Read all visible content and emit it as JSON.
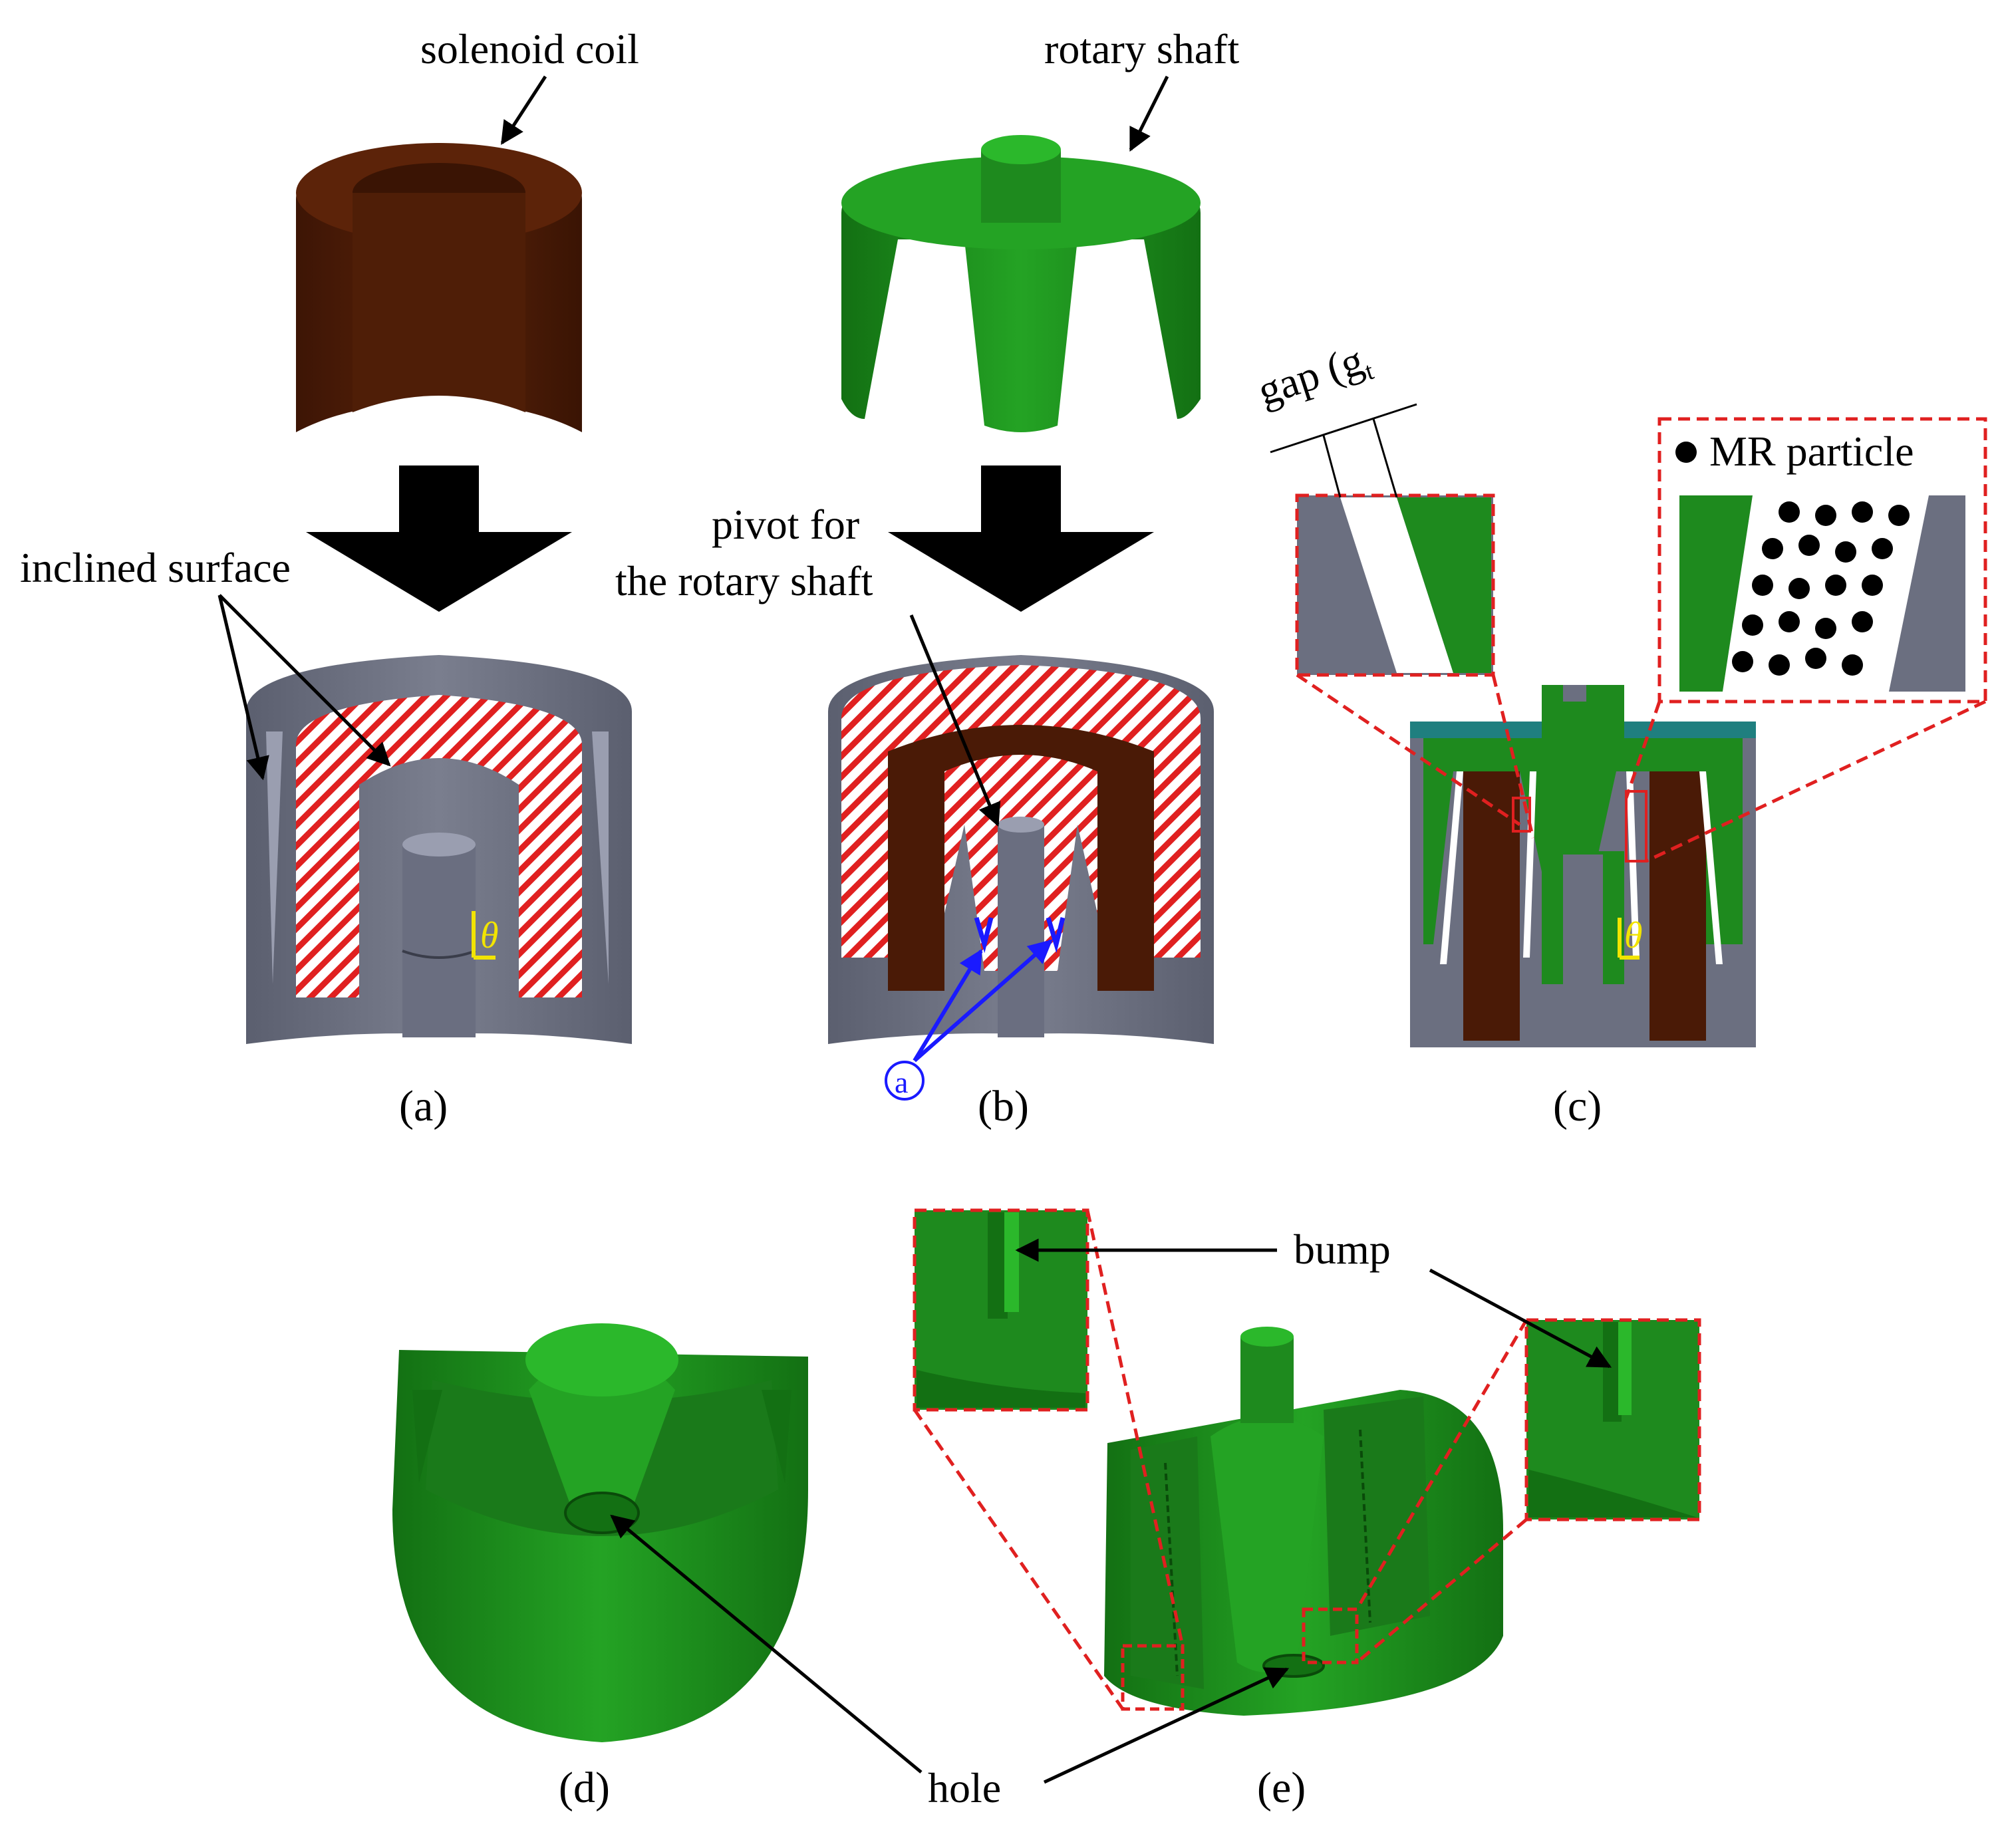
{
  "labels": {
    "solenoid_coil": "solenoid coil",
    "rotary_shaft": "rotary shaft",
    "inclined_surface": "inclined surface",
    "pivot_line1": "pivot for",
    "pivot_line2": "the rotary shaft",
    "gap_prefix": "gap (g",
    "gap_sub": "t",
    "mr_particle": "MR particle",
    "theta": "θ",
    "marker_a": "a",
    "bump": "bump",
    "hole": "hole"
  },
  "captions": {
    "a": "(a)",
    "b": "(b)",
    "c": "(c)",
    "d": "(d)",
    "e": "(e)"
  },
  "colors": {
    "coil_brown": "#4a1a06",
    "shaft_green": "#1e8a1e",
    "housing_gray": "#6b6f80",
    "hatch_red": "#e02020",
    "cover_teal": "#1f7f7f",
    "theta_yellow": "#f2e400",
    "marker_blue": "#1a1aff",
    "inset_red_dashed": "#e02020"
  }
}
